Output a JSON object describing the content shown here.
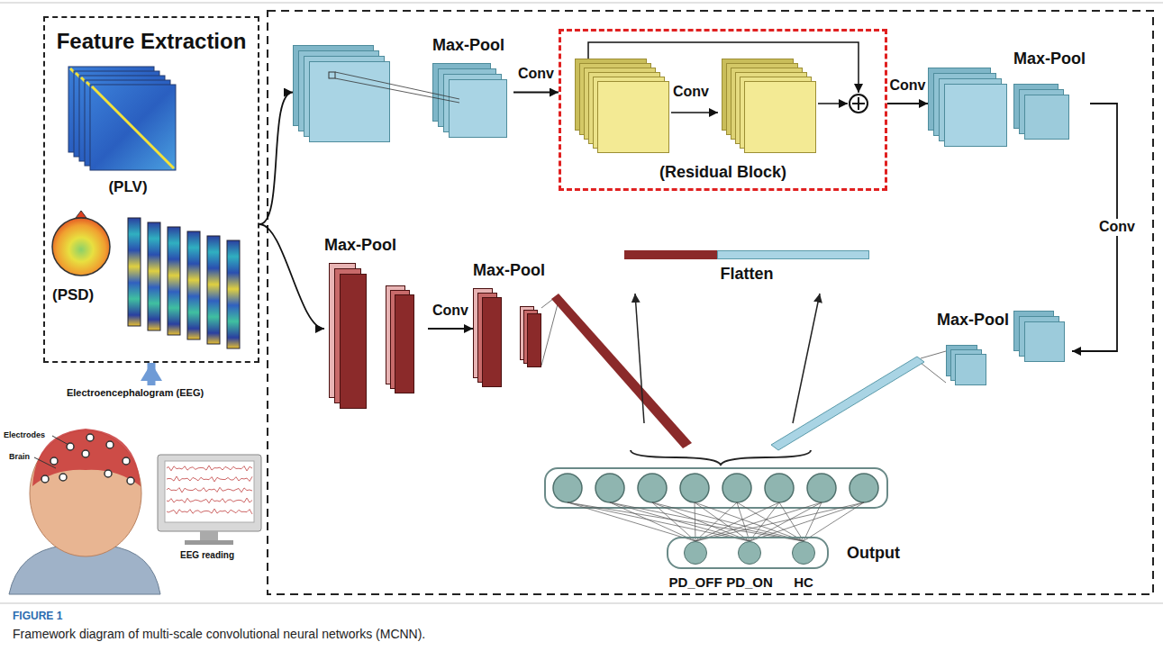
{
  "diagram": {
    "caption": "Framework diagram of multi-scale convolutional neural networks (MCNN).",
    "nodes": [
      {
        "text": [
          "Feature Extraction"
        ]
      },
      {
        "text": [
          "(PLV)"
        ],
        "in": 0
      },
      {
        "text": [
          "(PSD)"
        ],
        "in": 0
      },
      {
        "text": [
          "Electroencephalogram (EEG)"
        ]
      },
      {
        "text": [
          "Max-Pool"
        ]
      },
      {
        "text": [
          "(Residual Block)"
        ]
      },
      {
        "text": [
          "Max-Pool"
        ]
      },
      {
        "text": [
          "Max-Pool"
        ]
      },
      {
        "text": [
          "Max-Pool"
        ]
      },
      {
        "text": [
          "Max-Pool"
        ]
      },
      {
        "text": [
          "Flatten"
        ]
      },
      {
        "text": [
          "Output"
        ]
      }
    ],
    "edges": [
      {
        "from": 3,
        "to": 0,
        "arrow": "to"
      },
      {
        "from": 0,
        "to": 4,
        "arrow": "to"
      },
      {
        "from": 0,
        "to": 8,
        "arrow": "to"
      },
      {
        "from": 4,
        "to": 5,
        "label": "Conv",
        "arrow": "to"
      },
      {
        "from": 5,
        "to": 6,
        "label": "Conv",
        "arrow": "to"
      },
      {
        "from": 6,
        "to": 7,
        "label": "Conv",
        "arrow": "to"
      },
      {
        "from": 8,
        "to": 9,
        "label": "Conv",
        "arrow": "to"
      }
    ],
    "labels": [
      "Electrodes",
      "Brain",
      "EEG reading",
      "Conv",
      "PD_OFF",
      "PD_ON",
      "HC",
      "FIGURE 1"
    ]
  }
}
